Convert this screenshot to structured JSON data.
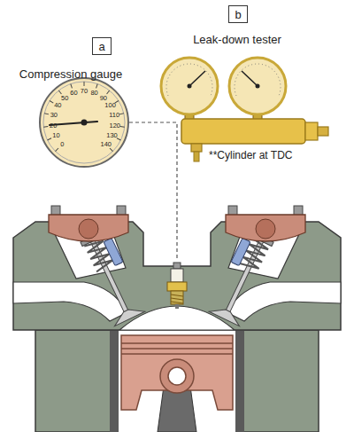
{
  "diagram": {
    "nodes": [
      {
        "text": [
          "a"
        ]
      },
      {
        "text": [
          "b"
        ]
      }
    ],
    "labels": [
      "Compression gauge",
      "Leak-down tester",
      "**Cylinder at TDC",
      "0",
      "10",
      "20",
      "30",
      "40",
      "50",
      "60",
      "70",
      "80",
      "90",
      "100",
      "110",
      "120",
      "130",
      "140"
    ]
  }
}
